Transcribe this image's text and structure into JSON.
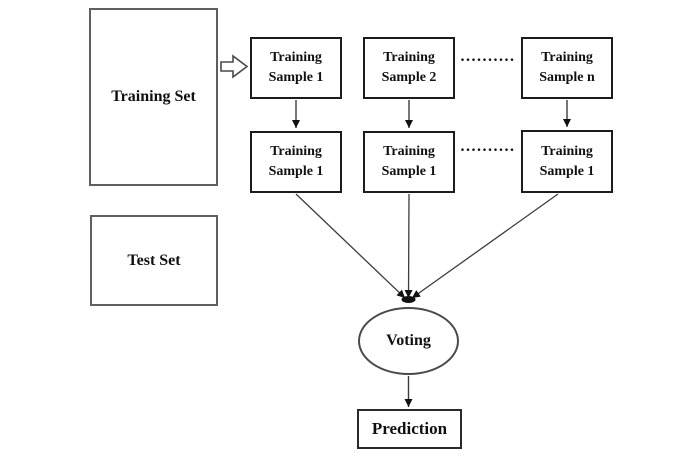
{
  "diagram": {
    "colors": {
      "background": "#ffffff",
      "container_border": "#5f5f5f",
      "sample_border": "#1c1c1c",
      "connector": "#3d3d3d",
      "arrowhead": "#111111",
      "text": "#111111"
    },
    "nodes": {
      "training_set": "Training Set",
      "test_set": "Test Set",
      "voting": "Voting",
      "prediction": "Prediction",
      "dots": "..........",
      "row1_samples": [
        {
          "line1": "Training",
          "line2": "Sample 1"
        },
        {
          "line1": "Training",
          "line2": "Sample 2"
        },
        {
          "line1": "Training",
          "line2": "Sample n"
        }
      ],
      "row2_samples": [
        {
          "line1": "Training",
          "line2": "Sample 1"
        },
        {
          "line1": "Training",
          "line2": "Sample 1"
        },
        {
          "line1": "Training",
          "line2": "Sample 1"
        }
      ]
    }
  }
}
